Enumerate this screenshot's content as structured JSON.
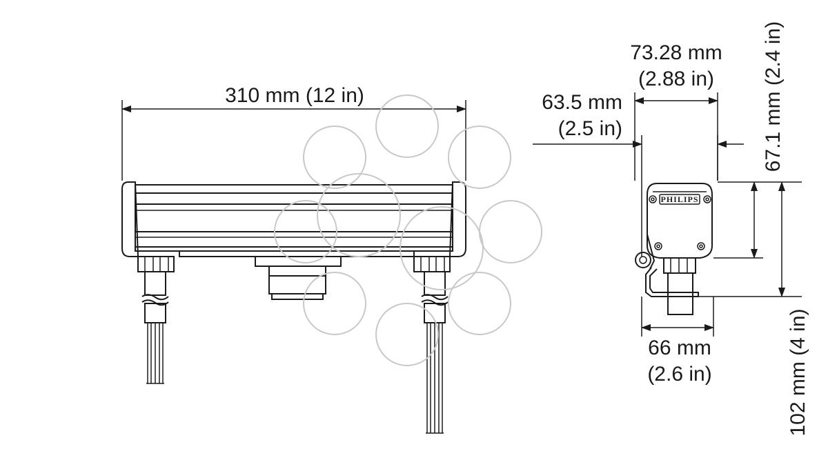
{
  "dimensions": {
    "length": "310 mm (12 in)",
    "depth_mm": "73.28 mm",
    "depth_in": "(2.88 in)",
    "width_mm": "63.5 mm",
    "width_in": "(2.5 in)",
    "base_mm": "66 mm",
    "base_in": "(2.6 in)",
    "height": "67.1 mm (2.4 in)",
    "total_height": "102 mm (4 in)"
  },
  "brand": "PHILIPS",
  "colors": {
    "line": "#1a1a1a",
    "watermark": "#c8c8c8",
    "background": "#ffffff"
  }
}
